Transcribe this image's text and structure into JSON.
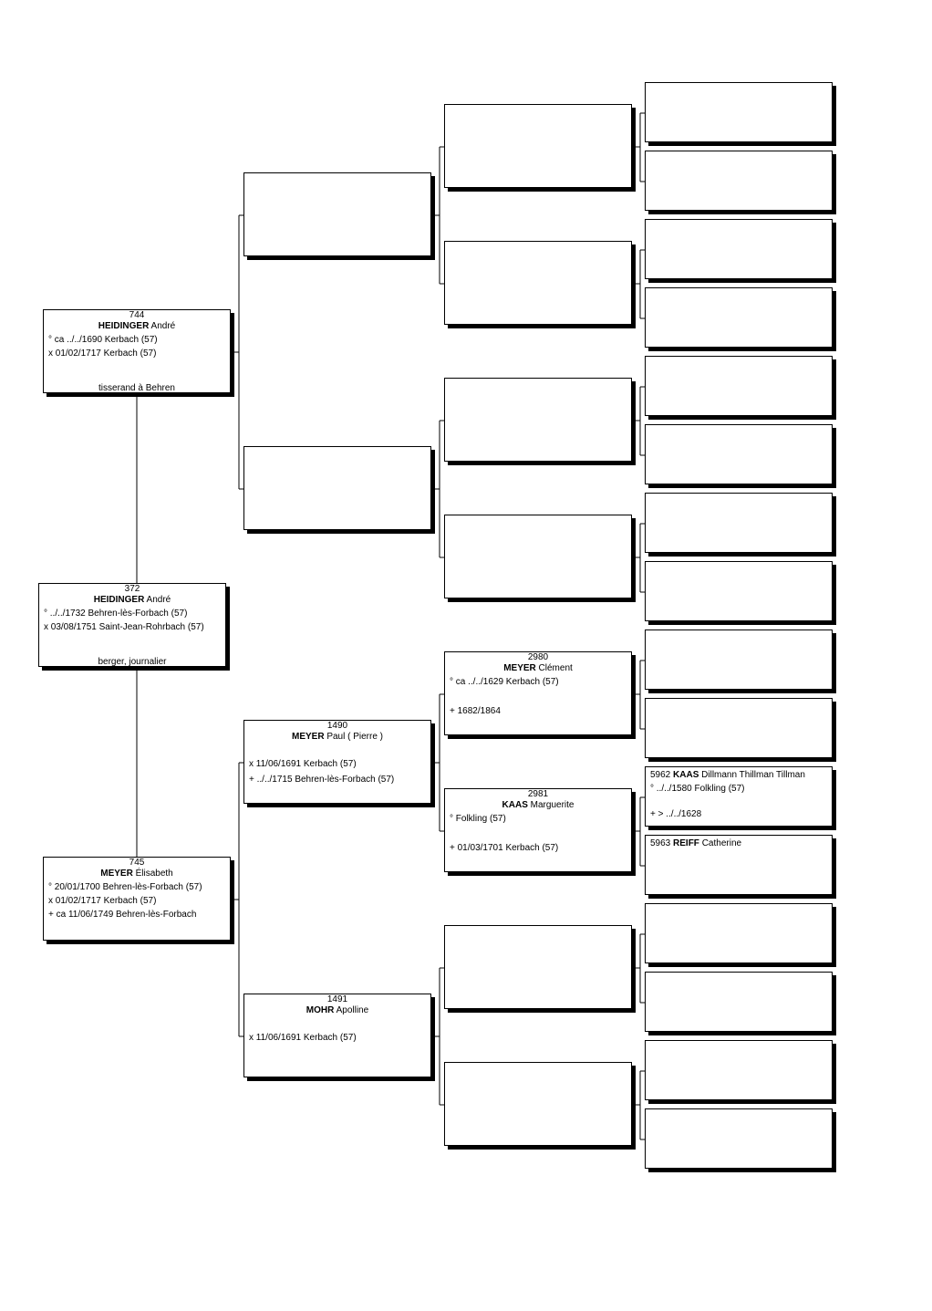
{
  "persons": {
    "p372": {
      "num": "372",
      "surname": "HEIDINGER",
      "given": "André",
      "lines": [
        "° ../../1732 Behren-lès-Forbach (57)",
        "x 03/08/1751 Saint-Jean-Rohrbach (57)"
      ],
      "occupation": "berger, journalier"
    },
    "p744": {
      "num": "744",
      "surname": "HEIDINGER",
      "given": "André",
      "lines": [
        "° ca ../../1690 Kerbach (57)",
        "x 01/02/1717 Kerbach (57)"
      ],
      "occupation": "tisserand à Behren"
    },
    "p745": {
      "num": "745",
      "surname": "MEYER",
      "given": "Élisabeth",
      "lines": [
        "° 20/01/1700 Behren-lès-Forbach (57)",
        "x 01/02/1717 Kerbach (57)",
        "+ ca 11/06/1749 Behren-lès-Forbach"
      ]
    },
    "p1490": {
      "num": "1490",
      "surname": "MEYER",
      "given": "Paul ( Pierre )",
      "lines": [
        "x 11/06/1691 Kerbach (57)",
        "+ ../../1715 Behren-lès-Forbach (57)"
      ]
    },
    "p1491": {
      "num": "1491",
      "surname": "MOHR",
      "given": "Apolline",
      "lines": [
        "x 11/06/1691 Kerbach (57)"
      ]
    },
    "p2980": {
      "num": "2980",
      "surname": "MEYER",
      "given": "Clément",
      "lines": [
        "° ca ../../1629 Kerbach (57)",
        "+ 1682/1864"
      ]
    },
    "p2981": {
      "num": "2981",
      "surname": "KAAS",
      "given": "Marguerite",
      "lines": [
        "° Folkling (57)",
        "+ 01/03/1701 Kerbach (57)"
      ]
    },
    "p5962": {
      "num": "5962",
      "surname": "KAAS",
      "given": "Dillmann Thillman Tillman",
      "lines": [
        "° ../../1580 Folkling (57)",
        "+ > ../../1628"
      ]
    },
    "p5963": {
      "num": "5963",
      "surname": "REIFF",
      "given": "Catherine",
      "lines": []
    }
  }
}
